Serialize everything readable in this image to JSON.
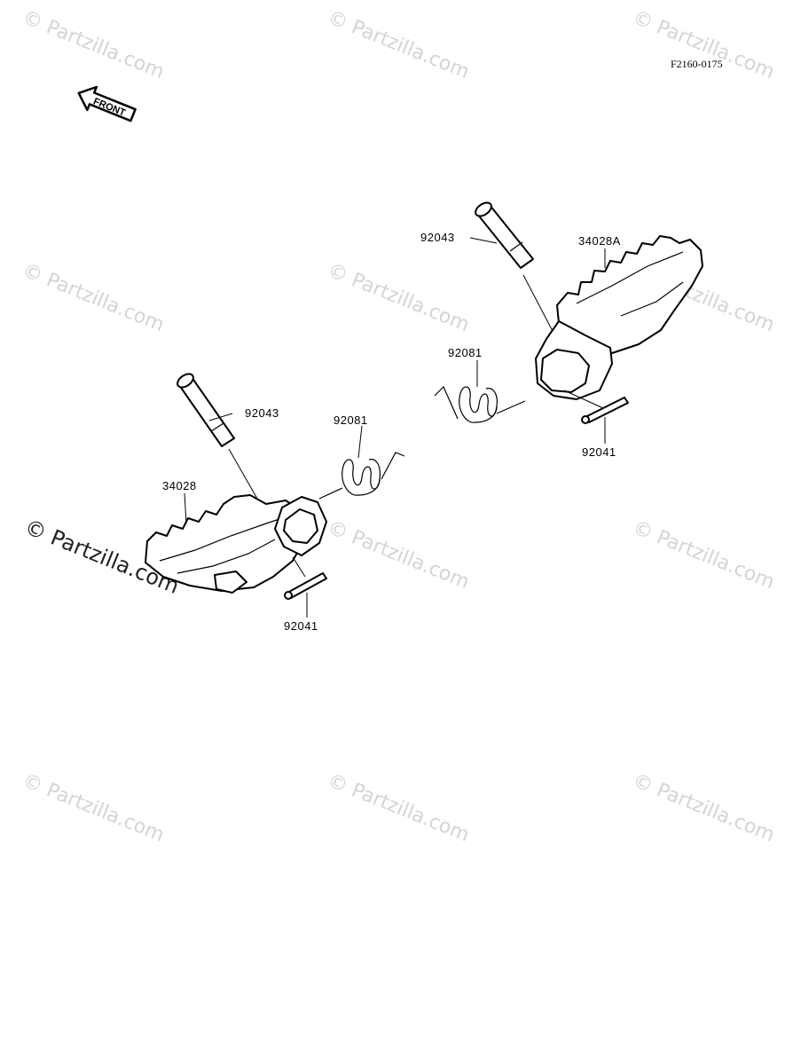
{
  "diagram": {
    "code": "F2160-0175",
    "front_label": "FRONT",
    "parts": {
      "pin_right": "92043",
      "footpeg_right": "34028A",
      "spring_right": "92081",
      "cotter_right": "92041",
      "pin_left": "92043",
      "spring_left": "92081",
      "footpeg_left": "34028",
      "cotter_left": "92041"
    },
    "watermark": "© Partzilla.com",
    "watermark_main": "© Partzilla.com"
  }
}
